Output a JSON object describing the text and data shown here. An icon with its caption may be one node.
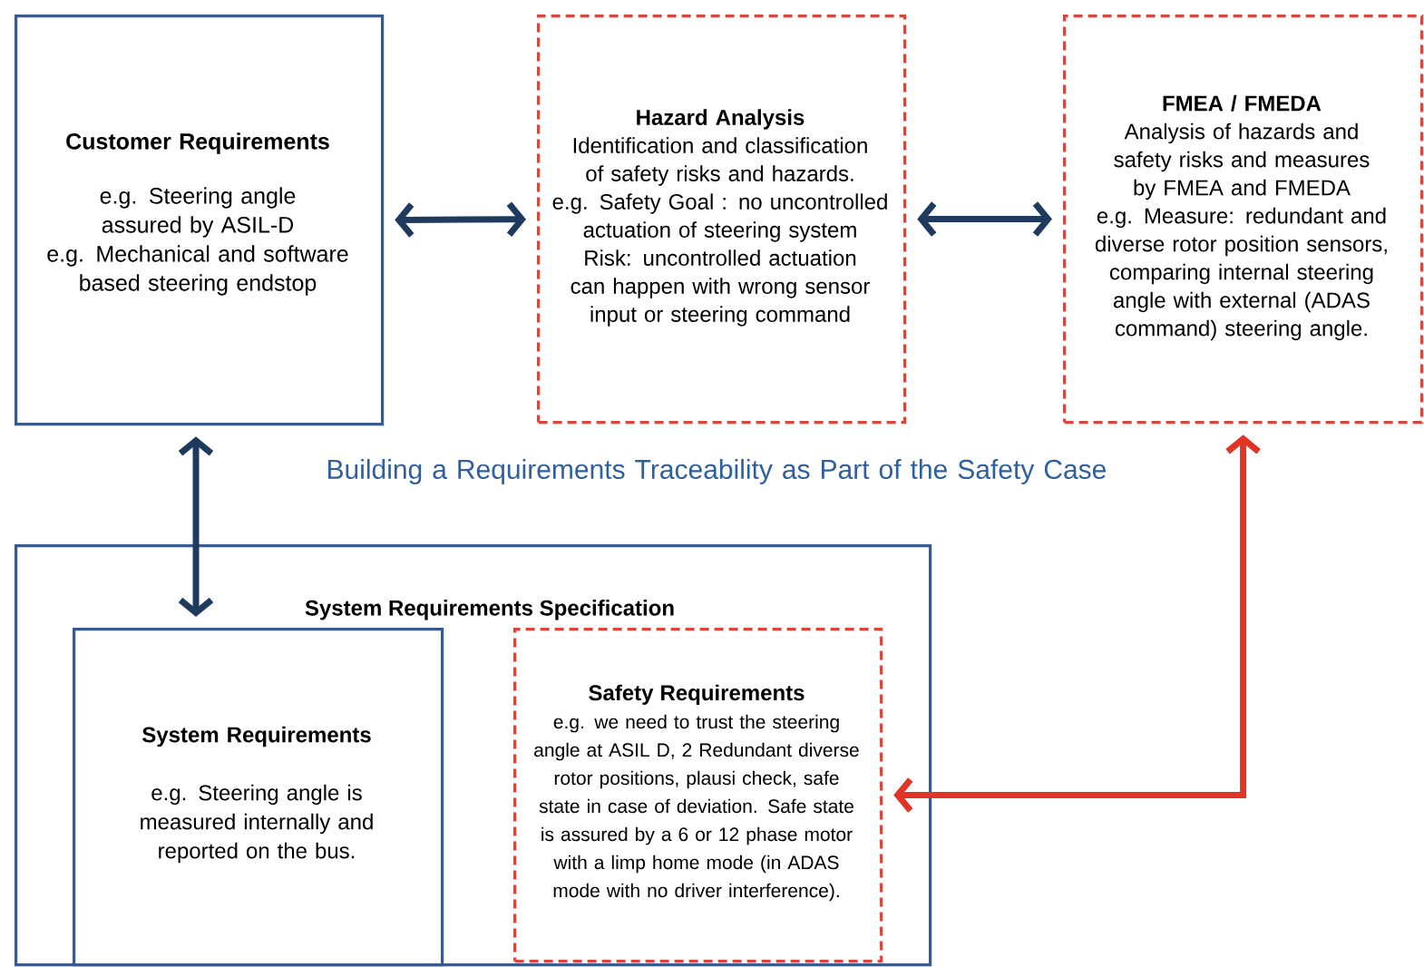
{
  "diagram": {
    "title": "Building a Requirements Traceability as Part of the Safety Case",
    "nodes": [
      {
        "text": [
          "Customer Requirements",
          "e.g. Steering angle assured by ASIL-D",
          "e.g.  Mechanical and software based steering endstop"
        ]
      },
      {
        "text": [
          "Hazard Analysis",
          "Identification and classification of safety risks and hazards.",
          "e.g. Safety Goal : no uncontrolled actuation of steering system",
          "Risk:  uncontrolled actuation can happen with wrong sensor input or steering command"
        ]
      },
      {
        "text": [
          "FMEA / FMEDA",
          "Analysis of hazards and safety risks and measures by FMEA and FMEDA",
          "e.g. Measure:  redundant and diverse rotor position sensors, comparing internal steering angle with external (ADAS command) steering angle."
        ]
      },
      {
        "text": [
          "System Requirements Specification"
        ]
      },
      {
        "text": [
          "System Requirements",
          "e.g.  Steering angle is measured internally and reported on the bus."
        ],
        "in": 3
      },
      {
        "text": [
          "Safety Requirements",
          "e.g. we need to trust the steering angle at ASIL D, 2 Redundant diverse rotor positions, plausi check, safe state in case of deviation. Safe state is assured by a 6 or 12 phase motor  with a limp home mode (in ADAS mode with no driver interference)."
        ],
        "in": 3
      }
    ],
    "edges": [
      {
        "from": 0,
        "to": 1,
        "arrow": "both"
      },
      {
        "from": 1,
        "to": 2,
        "arrow": "both"
      },
      {
        "from": 0,
        "to": 4,
        "arrow": "both"
      },
      {
        "from": 5,
        "to": 2,
        "arrow": "both",
        "color": "#e03424"
      }
    ]
  }
}
